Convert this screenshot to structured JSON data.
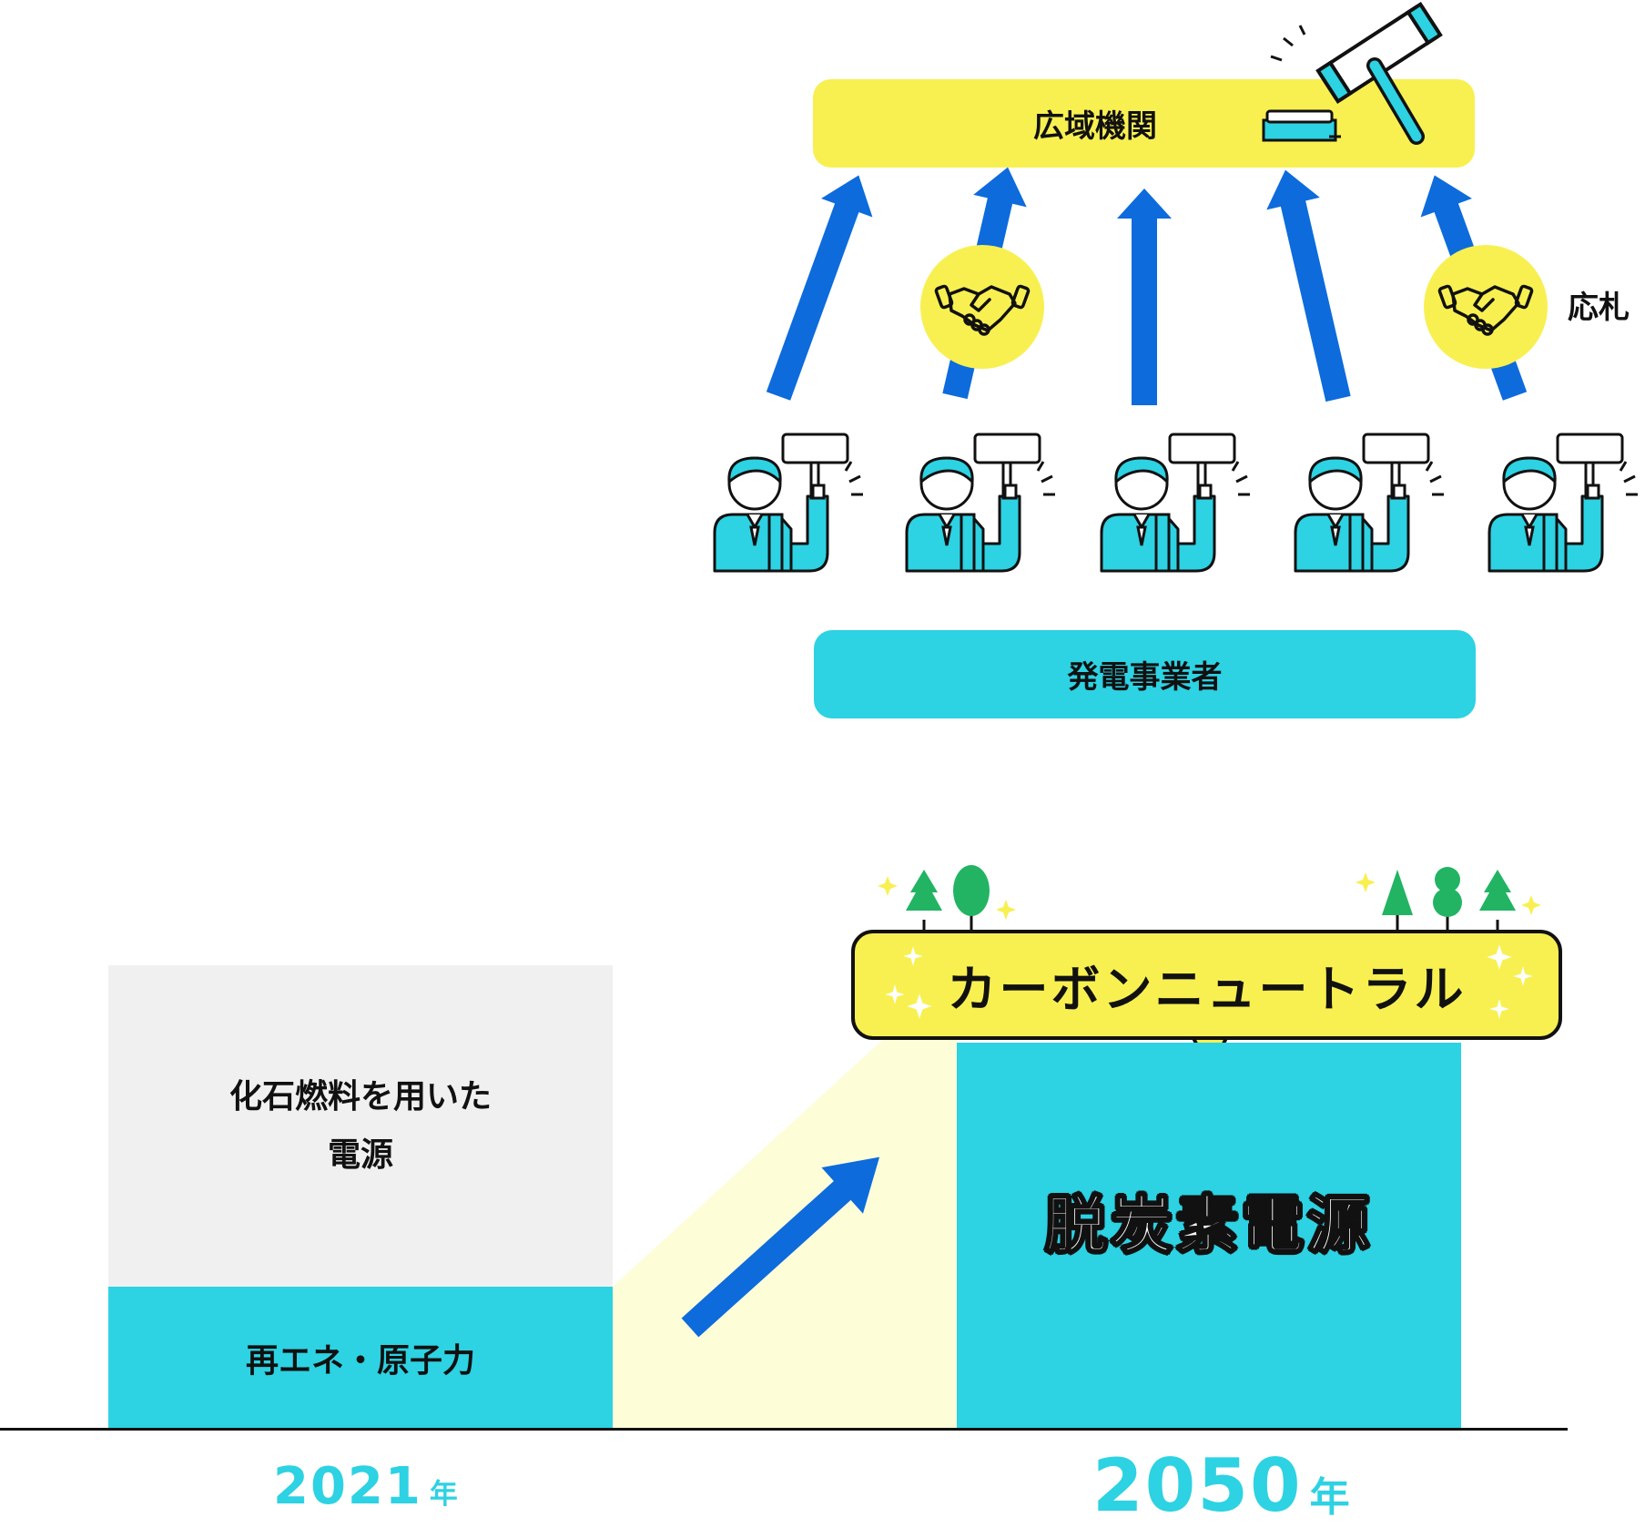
{
  "top_diagram": {
    "organization": "広域機関",
    "bid_label": "応札",
    "generators": "発電事業者"
  },
  "bottom_diagram": {
    "fossil_power": [
      "化石燃料を用いた",
      "電源"
    ],
    "renewable_nuclear": "再エネ・原子力",
    "carbon_neutral": "カーボンニュートラル",
    "decarbonized_power": "脱炭素電源",
    "year_start": "2021",
    "year_end": "2050",
    "year_unit": "年"
  },
  "colors": {
    "yellow": "#f8f051",
    "cyan": "#2dd2e3",
    "blue": "#0d6bdc",
    "light_yellow": "#fdfdd8",
    "green": "#22b463",
    "gray": "#f0f0f0"
  },
  "icons": [
    "gavel-icon",
    "handshake-icon",
    "bidder-person-icon",
    "tree-icon",
    "sparkle-icon",
    "arrow-icon"
  ]
}
